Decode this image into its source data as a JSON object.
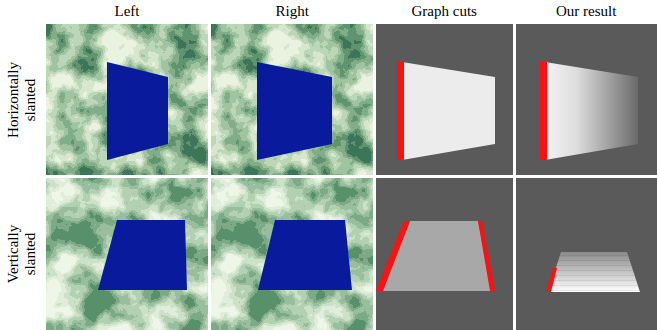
{
  "diagram": {
    "labels": [
      "Left",
      "Right",
      "Graph cuts",
      "Our result",
      "Horizontally slanted",
      "Vertically slanted"
    ]
  }
}
